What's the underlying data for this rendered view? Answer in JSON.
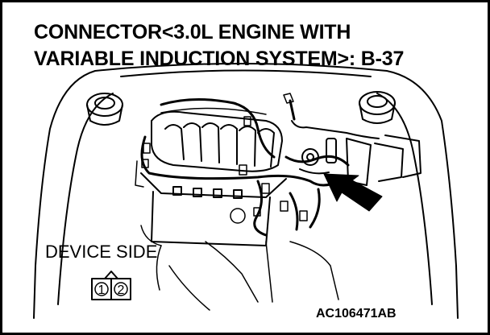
{
  "title": {
    "line1": "CONNECTOR<3.0L ENGINE WITH",
    "line2": "VARIABLE INDUCTION SYSTEM>: B-37"
  },
  "device_label": "DEVICE SIDE",
  "connector_pins": [
    "1",
    "2"
  ],
  "caption": "AC106471AB"
}
